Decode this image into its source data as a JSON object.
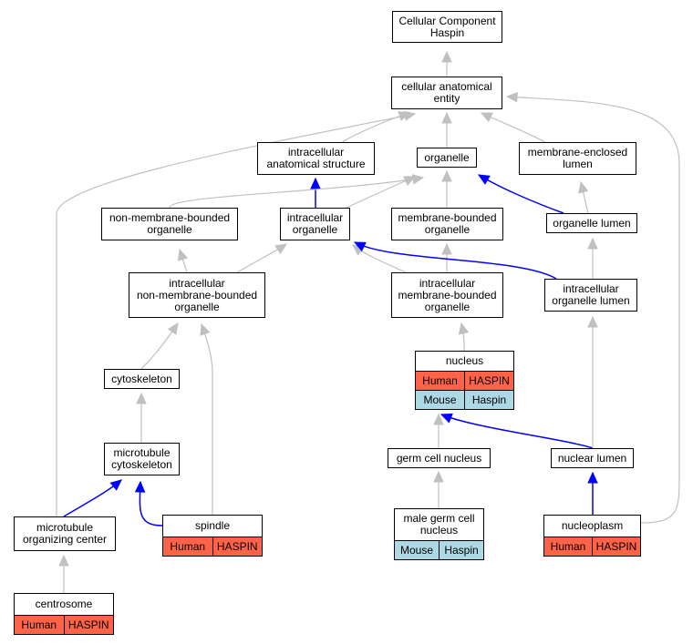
{
  "colors": {
    "is_a_edge": "#c0c0c0",
    "part_of_edge": "#0000ff",
    "human_cell": "#ff6347",
    "mouse_cell": "#add8e6"
  },
  "nodes": {
    "root": {
      "label": "Cellular Component\nHaspin"
    },
    "cae": {
      "label": "cellular anatomical\nentity"
    },
    "ias": {
      "label": "intracellular\nanatomical structure"
    },
    "org": {
      "label": "organelle"
    },
    "mel": {
      "label": "membrane-enclosed\nlumen"
    },
    "nmbo": {
      "label": "non-membrane-bounded\norganelle"
    },
    "io": {
      "label": "intracellular\norganelle"
    },
    "mbo": {
      "label": "membrane-bounded\norganelle"
    },
    "ol": {
      "label": "organelle lumen"
    },
    "inmbo": {
      "label": "intracellular\nnon-membrane-bounded\norganelle"
    },
    "imbo": {
      "label": "intracellular\nmembrane-bounded\norganelle"
    },
    "iol": {
      "label": "intracellular\norganelle lumen"
    },
    "nuc": {
      "label": "nucleus",
      "rows": [
        [
          "Human",
          "HASPIN"
        ],
        [
          "Mouse",
          "Haspin"
        ]
      ]
    },
    "cyto": {
      "label": "cytoskeleton"
    },
    "mtc": {
      "label": "microtubule\ncytoskeleton"
    },
    "gcn": {
      "label": "germ cell nucleus"
    },
    "nl": {
      "label": "nuclear lumen"
    },
    "mtoc": {
      "label": "microtubule\norganizing center"
    },
    "spin": {
      "label": "spindle",
      "rows": [
        [
          "Human",
          "HASPIN"
        ]
      ]
    },
    "mgcn": {
      "label": "male germ cell\nnucleus",
      "rows": [
        [
          "Mouse",
          "Haspin"
        ]
      ]
    },
    "np": {
      "label": "nucleoplasm",
      "rows": [
        [
          "Human",
          "HASPIN"
        ]
      ]
    },
    "cent": {
      "label": "centrosome",
      "rows": [
        [
          "Human",
          "HASPIN"
        ]
      ]
    }
  },
  "edges": [
    {
      "from": "cae",
      "to": "root",
      "type": "is_a"
    },
    {
      "from": "ias",
      "to": "cae",
      "type": "is_a"
    },
    {
      "from": "org",
      "to": "cae",
      "type": "is_a"
    },
    {
      "from": "mel",
      "to": "cae",
      "type": "is_a"
    },
    {
      "from": "io",
      "to": "ias",
      "type": "part_of"
    },
    {
      "from": "nmbo",
      "to": "org",
      "type": "is_a"
    },
    {
      "from": "io",
      "to": "org",
      "type": "is_a"
    },
    {
      "from": "mbo",
      "to": "org",
      "type": "is_a"
    },
    {
      "from": "ol",
      "to": "org",
      "type": "part_of"
    },
    {
      "from": "ol",
      "to": "mel",
      "type": "is_a"
    },
    {
      "from": "inmbo",
      "to": "nmbo",
      "type": "is_a"
    },
    {
      "from": "inmbo",
      "to": "io",
      "type": "is_a"
    },
    {
      "from": "imbo",
      "to": "io",
      "type": "is_a"
    },
    {
      "from": "imbo",
      "to": "mbo",
      "type": "is_a"
    },
    {
      "from": "iol",
      "to": "io",
      "type": "part_of"
    },
    {
      "from": "iol",
      "to": "ol",
      "type": "is_a"
    },
    {
      "from": "nuc",
      "to": "imbo",
      "type": "is_a"
    },
    {
      "from": "cyto",
      "to": "inmbo",
      "type": "is_a"
    },
    {
      "from": "mtc",
      "to": "cyto",
      "type": "is_a"
    },
    {
      "from": "gcn",
      "to": "nuc",
      "type": "is_a"
    },
    {
      "from": "nl",
      "to": "nuc",
      "type": "part_of"
    },
    {
      "from": "nl",
      "to": "iol",
      "type": "is_a"
    },
    {
      "from": "mgcn",
      "to": "gcn",
      "type": "is_a"
    },
    {
      "from": "np",
      "to": "nl",
      "type": "part_of"
    },
    {
      "from": "np",
      "to": "cae",
      "type": "is_a"
    },
    {
      "from": "mtoc",
      "to": "mtc",
      "type": "part_of"
    },
    {
      "from": "mtoc",
      "to": "cae",
      "type": "is_a"
    },
    {
      "from": "spin",
      "to": "mtc",
      "type": "part_of"
    },
    {
      "from": "spin",
      "to": "inmbo",
      "type": "is_a"
    },
    {
      "from": "cent",
      "to": "mtoc",
      "type": "is_a"
    }
  ]
}
